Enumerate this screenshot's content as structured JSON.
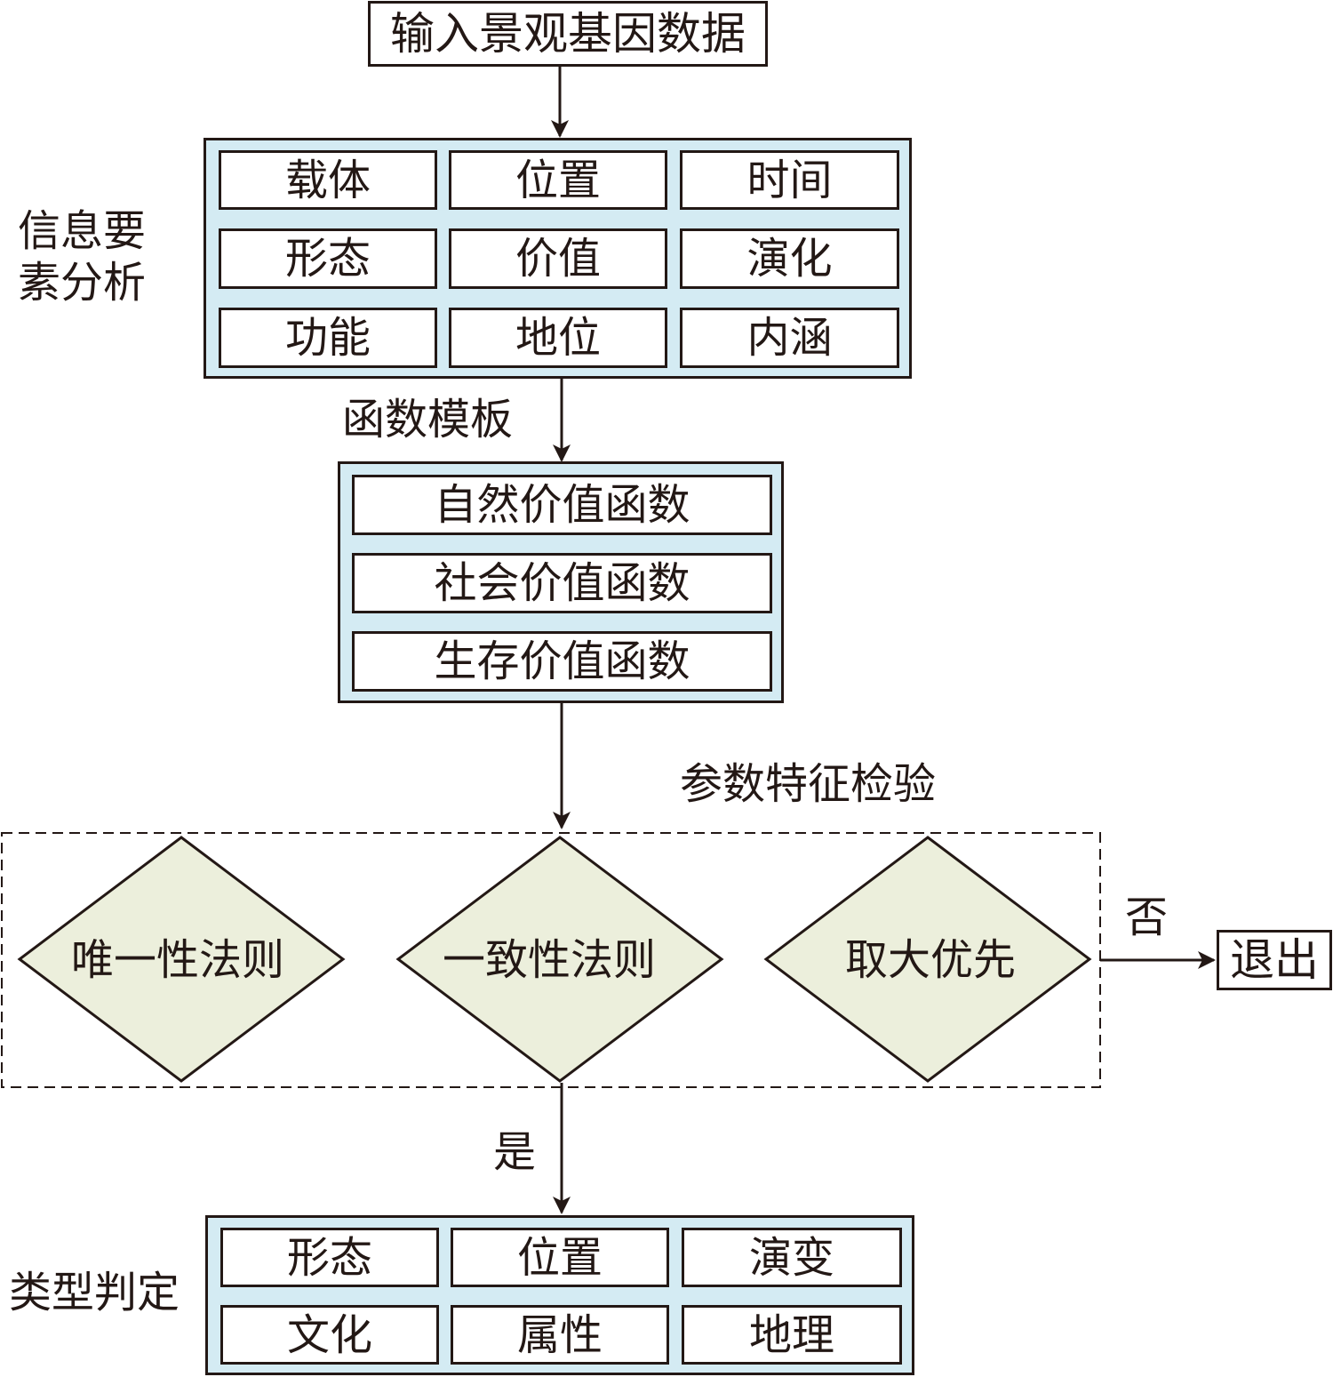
{
  "input_label": "输入景观基因数据",
  "info": {
    "title": "信息要素分析",
    "cells": [
      "载体",
      "位置",
      "时间",
      "形态",
      "价值",
      "演化",
      "功能",
      "地位",
      "内涵"
    ]
  },
  "template_label": "函数模板",
  "functions": [
    "自然价值函数",
    "社会价值函数",
    "生存价值函数"
  ],
  "test_label": "参数特征检验",
  "rules": [
    "唯一性法则",
    "一致性法则",
    "取大优先"
  ],
  "no_label": "否",
  "exit_label": "退出",
  "yes_label": "是",
  "type": {
    "title": "类型判定",
    "cells": [
      "形态",
      "位置",
      "演变",
      "文化",
      "属性",
      "地理"
    ]
  },
  "colors": {
    "line": "#231815",
    "panel_fill": "#d4ebf3",
    "diamond_fill": "#ecefdc",
    "box_fill": "#ffffff"
  }
}
